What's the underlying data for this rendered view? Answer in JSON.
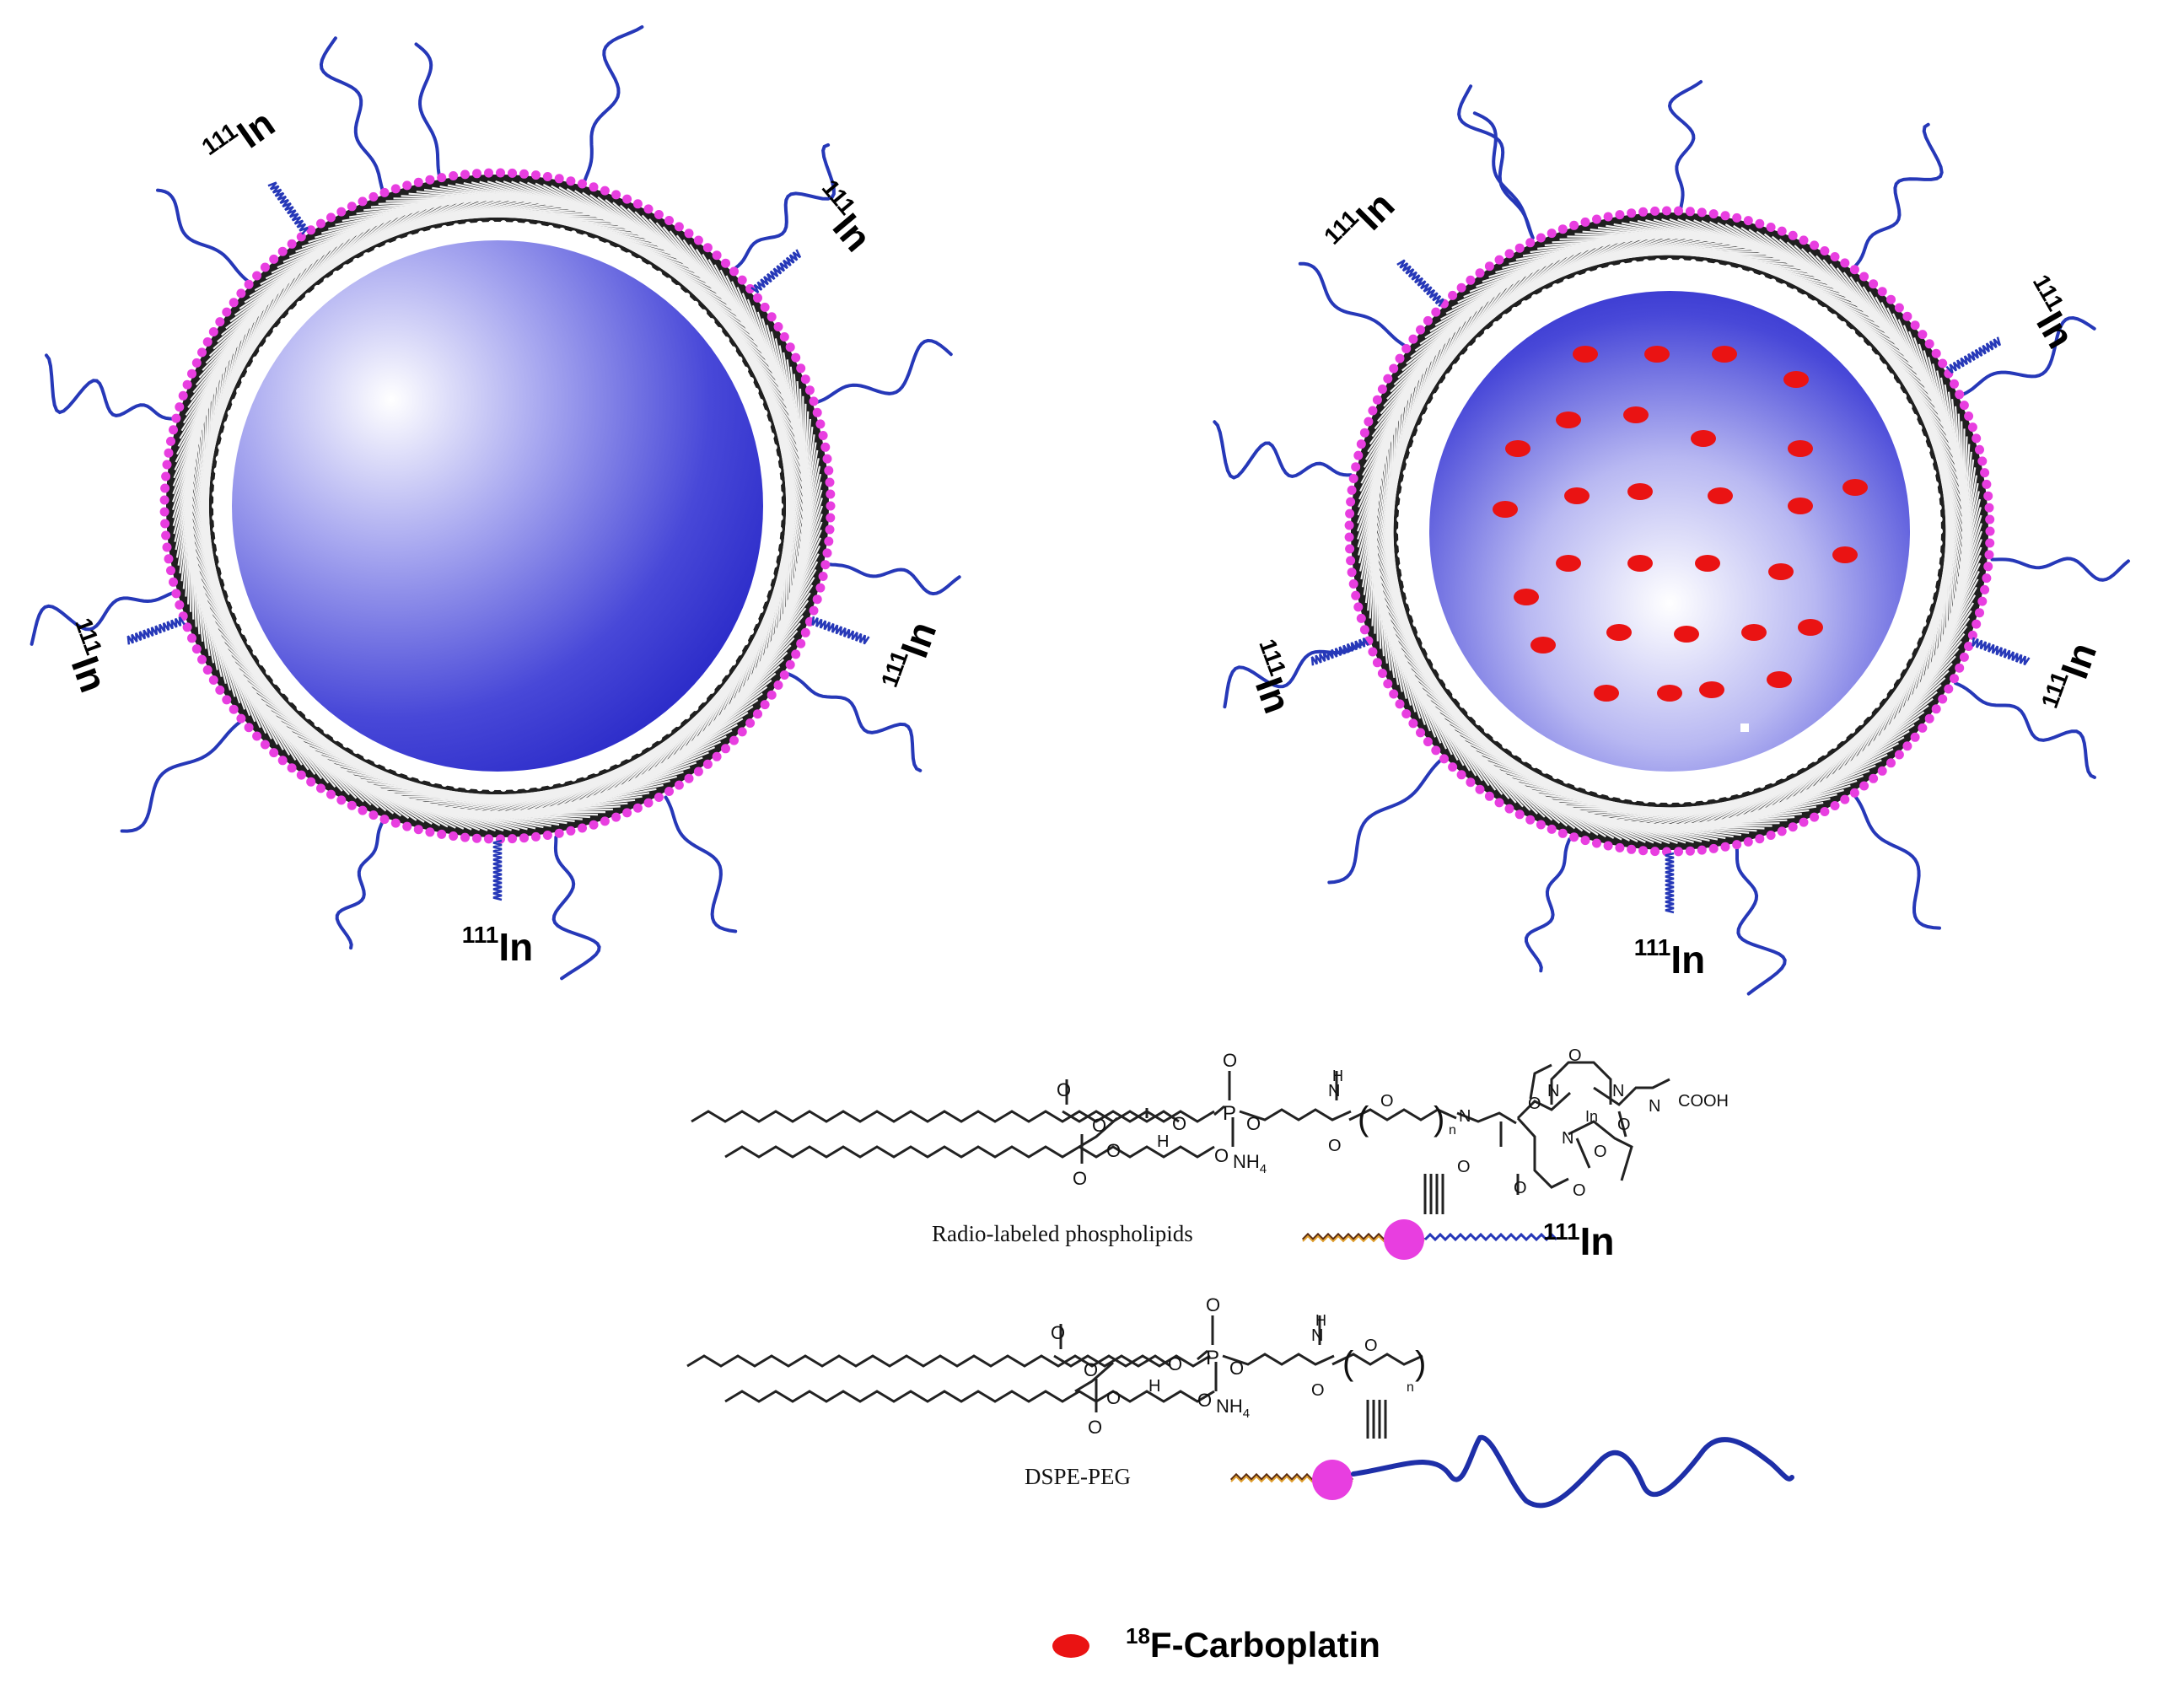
{
  "liposomes": [
    {
      "name": "empty-liposome",
      "label_isotope_mass": "111",
      "label_isotope_symbol": "In",
      "has_drug_cargo": false
    },
    {
      "name": "drug-loaded-liposome",
      "label_isotope_mass": "111",
      "label_isotope_symbol": "In",
      "has_drug_cargo": true
    }
  ],
  "isotope": {
    "mass": "111",
    "symbol": "In"
  },
  "structures": {
    "radiolabeled": {
      "caption": "Radio-labeled phospholipids",
      "chem": {
        "O": "O",
        "P": "P",
        "H": "H",
        "N": "N",
        "NH4": "NH",
        "NH4_sub": "4",
        "n": "n",
        "In": "In",
        "COOH": "COOH"
      },
      "schematic_label_mass": "111",
      "schematic_label_symbol": "In"
    },
    "dspe_peg": {
      "caption": "DSPE-PEG",
      "chem": {
        "O": "O",
        "P": "P",
        "H": "H",
        "N": "N",
        "NH4": "NH",
        "NH4_sub": "4",
        "n": "n"
      }
    }
  },
  "legend": {
    "drug_mass": "18",
    "drug_name": "F-Carboplatin"
  },
  "colors": {
    "headgroup": "#e83ee0",
    "core_highlight": "#ffffff",
    "core_mid": "#7d7de6",
    "core_dark": "#2a2ac8",
    "peg": "#2638b8",
    "drug": "#ea1313",
    "tail": "#222222"
  }
}
